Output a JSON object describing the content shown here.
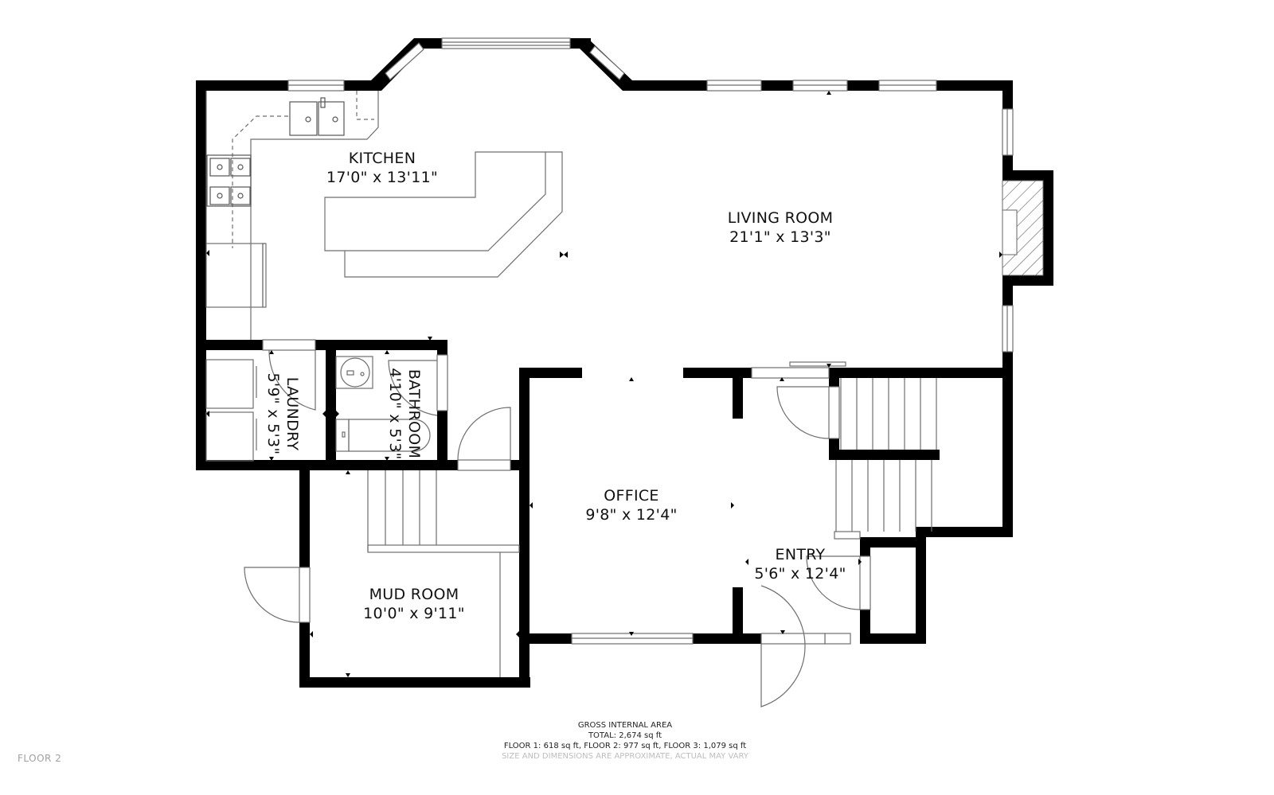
{
  "floor_label": "FLOOR 2",
  "rooms": {
    "kitchen": {
      "name": "KITCHEN",
      "dims": "17'0\" x 13'11\""
    },
    "living_room": {
      "name": "LIVING ROOM",
      "dims": "21'1\" x 13'3\""
    },
    "laundry": {
      "name": "LAUNDRY",
      "dims": "5'9\" x 5'3\""
    },
    "bathroom": {
      "name": "BATHROOM",
      "dims": "4'10\" x 5'3\""
    },
    "office": {
      "name": "OFFICE",
      "dims": "9'8\" x 12'4\""
    },
    "entry": {
      "name": "ENTRY",
      "dims": "5'6\" x 12'4\""
    },
    "mud_room": {
      "name": "MUD ROOM",
      "dims": "10'0\" x 9'11\""
    }
  },
  "area_summary": {
    "heading": "GROSS INTERNAL AREA",
    "total": "TOTAL: 2,674 sq ft",
    "floors": "FLOOR 1: 618 sq ft, FLOOR 2: 977 sq ft, FLOOR 3: 1,079 sq ft",
    "disclaimer": "SIZE AND DIMENSIONS ARE APPROXIMATE, ACTUAL MAY VARY"
  },
  "colors": {
    "wall": "#000000",
    "fixture_line": "#6e6e6e",
    "background": "#ffffff",
    "floor_tag": "#a0a0a0",
    "disclaimer": "#bdbdbd"
  }
}
